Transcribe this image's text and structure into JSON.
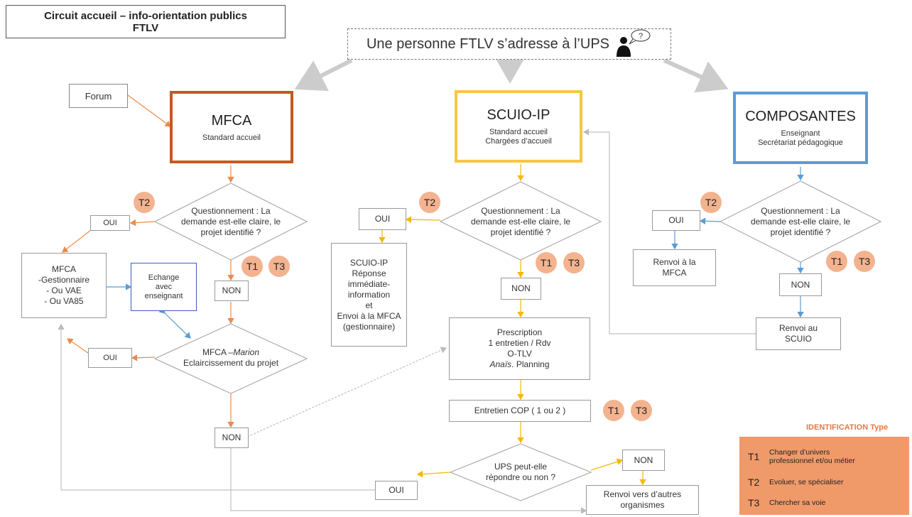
{
  "title": {
    "line1": "Circuit accueil – info-orientation publics",
    "line2": "FTLV"
  },
  "start": "Une personne FTLV s’adresse à l’UPS",
  "forum": "Forum",
  "mfca": {
    "title": "MFCA",
    "subtitle": "Standard accueil"
  },
  "scuio": {
    "title": "SCUIO-IP",
    "line1": "Standard accueil",
    "line2": "Chargées d’accueil"
  },
  "composantes": {
    "title": "COMPOSANTES",
    "line1": "Enseignant",
    "line2": "Secrétariat pédagogique"
  },
  "question": {
    "line1": "Questionnement : La",
    "line2": "demande est-elle claire, le",
    "line3": "projet identifié ?"
  },
  "oui": "OUI",
  "non": "NON",
  "mfca_options": {
    "line1": "MFCA",
    "line2": "-Gestionnaire",
    "line3": "- Ou VAE",
    "line4": "- Ou VA85"
  },
  "echange": {
    "line1": "Echange",
    "line2": "avec",
    "line3": "enseignant"
  },
  "mfca_marion": {
    "prefix": "MFCA –",
    "name": "Marion",
    "line2": "Eclaircissement du projet"
  },
  "scuio_reponse": {
    "line1": "SCUIO-IP",
    "line2": "Réponse",
    "line3": "immédiate-",
    "line4": "information",
    "line5": "et",
    "line6": "Envoi à la MFCA",
    "line7": "(gestionnaire)"
  },
  "prescription": {
    "line1": "Prescription",
    "line2": "1 entretien / Rdv",
    "line3": "O-TLV",
    "line4_name": "Anaïs",
    "line4_rest": ". Planning"
  },
  "entretien": "Entretien COP ( 1 ou 2 )",
  "ups_question": {
    "line1": "UPS peut-elle",
    "line2": "répondre  ou non ?"
  },
  "renvoi_organismes": {
    "line1": "Renvoi vers d’autres",
    "line2": "organismes"
  },
  "renvoi_mfca": {
    "line1": "Renvoi à la",
    "line2": "MFCA"
  },
  "renvoi_scuio": {
    "line1": "Renvoi au",
    "line2": "SCUIO"
  },
  "badges": {
    "t1": "T1",
    "t2": "T2",
    "t3": "T3"
  },
  "legend": {
    "title": "IDENTIFICATION Type",
    "items": [
      {
        "code": "T1",
        "text1": "Changer d’univers",
        "text2": "professionnel et/ou métier"
      },
      {
        "code": "T2",
        "text1": "Evoluer, se spécialiser",
        "text2": ""
      },
      {
        "code": "T3",
        "text1": "Chercher sa voie",
        "text2": ""
      }
    ]
  },
  "colors": {
    "mfca": "#c55a1e",
    "scuio": "#f5c842",
    "composantes": "#5b9bd5",
    "orange_arrow": "#ef8a4a",
    "yellow_arrow": "#f5b800",
    "blue_arrow": "#5b9bd5",
    "grey_arrow": "#c8c8c8",
    "badge": "#f3b38f",
    "legend": "#f09a6a"
  }
}
